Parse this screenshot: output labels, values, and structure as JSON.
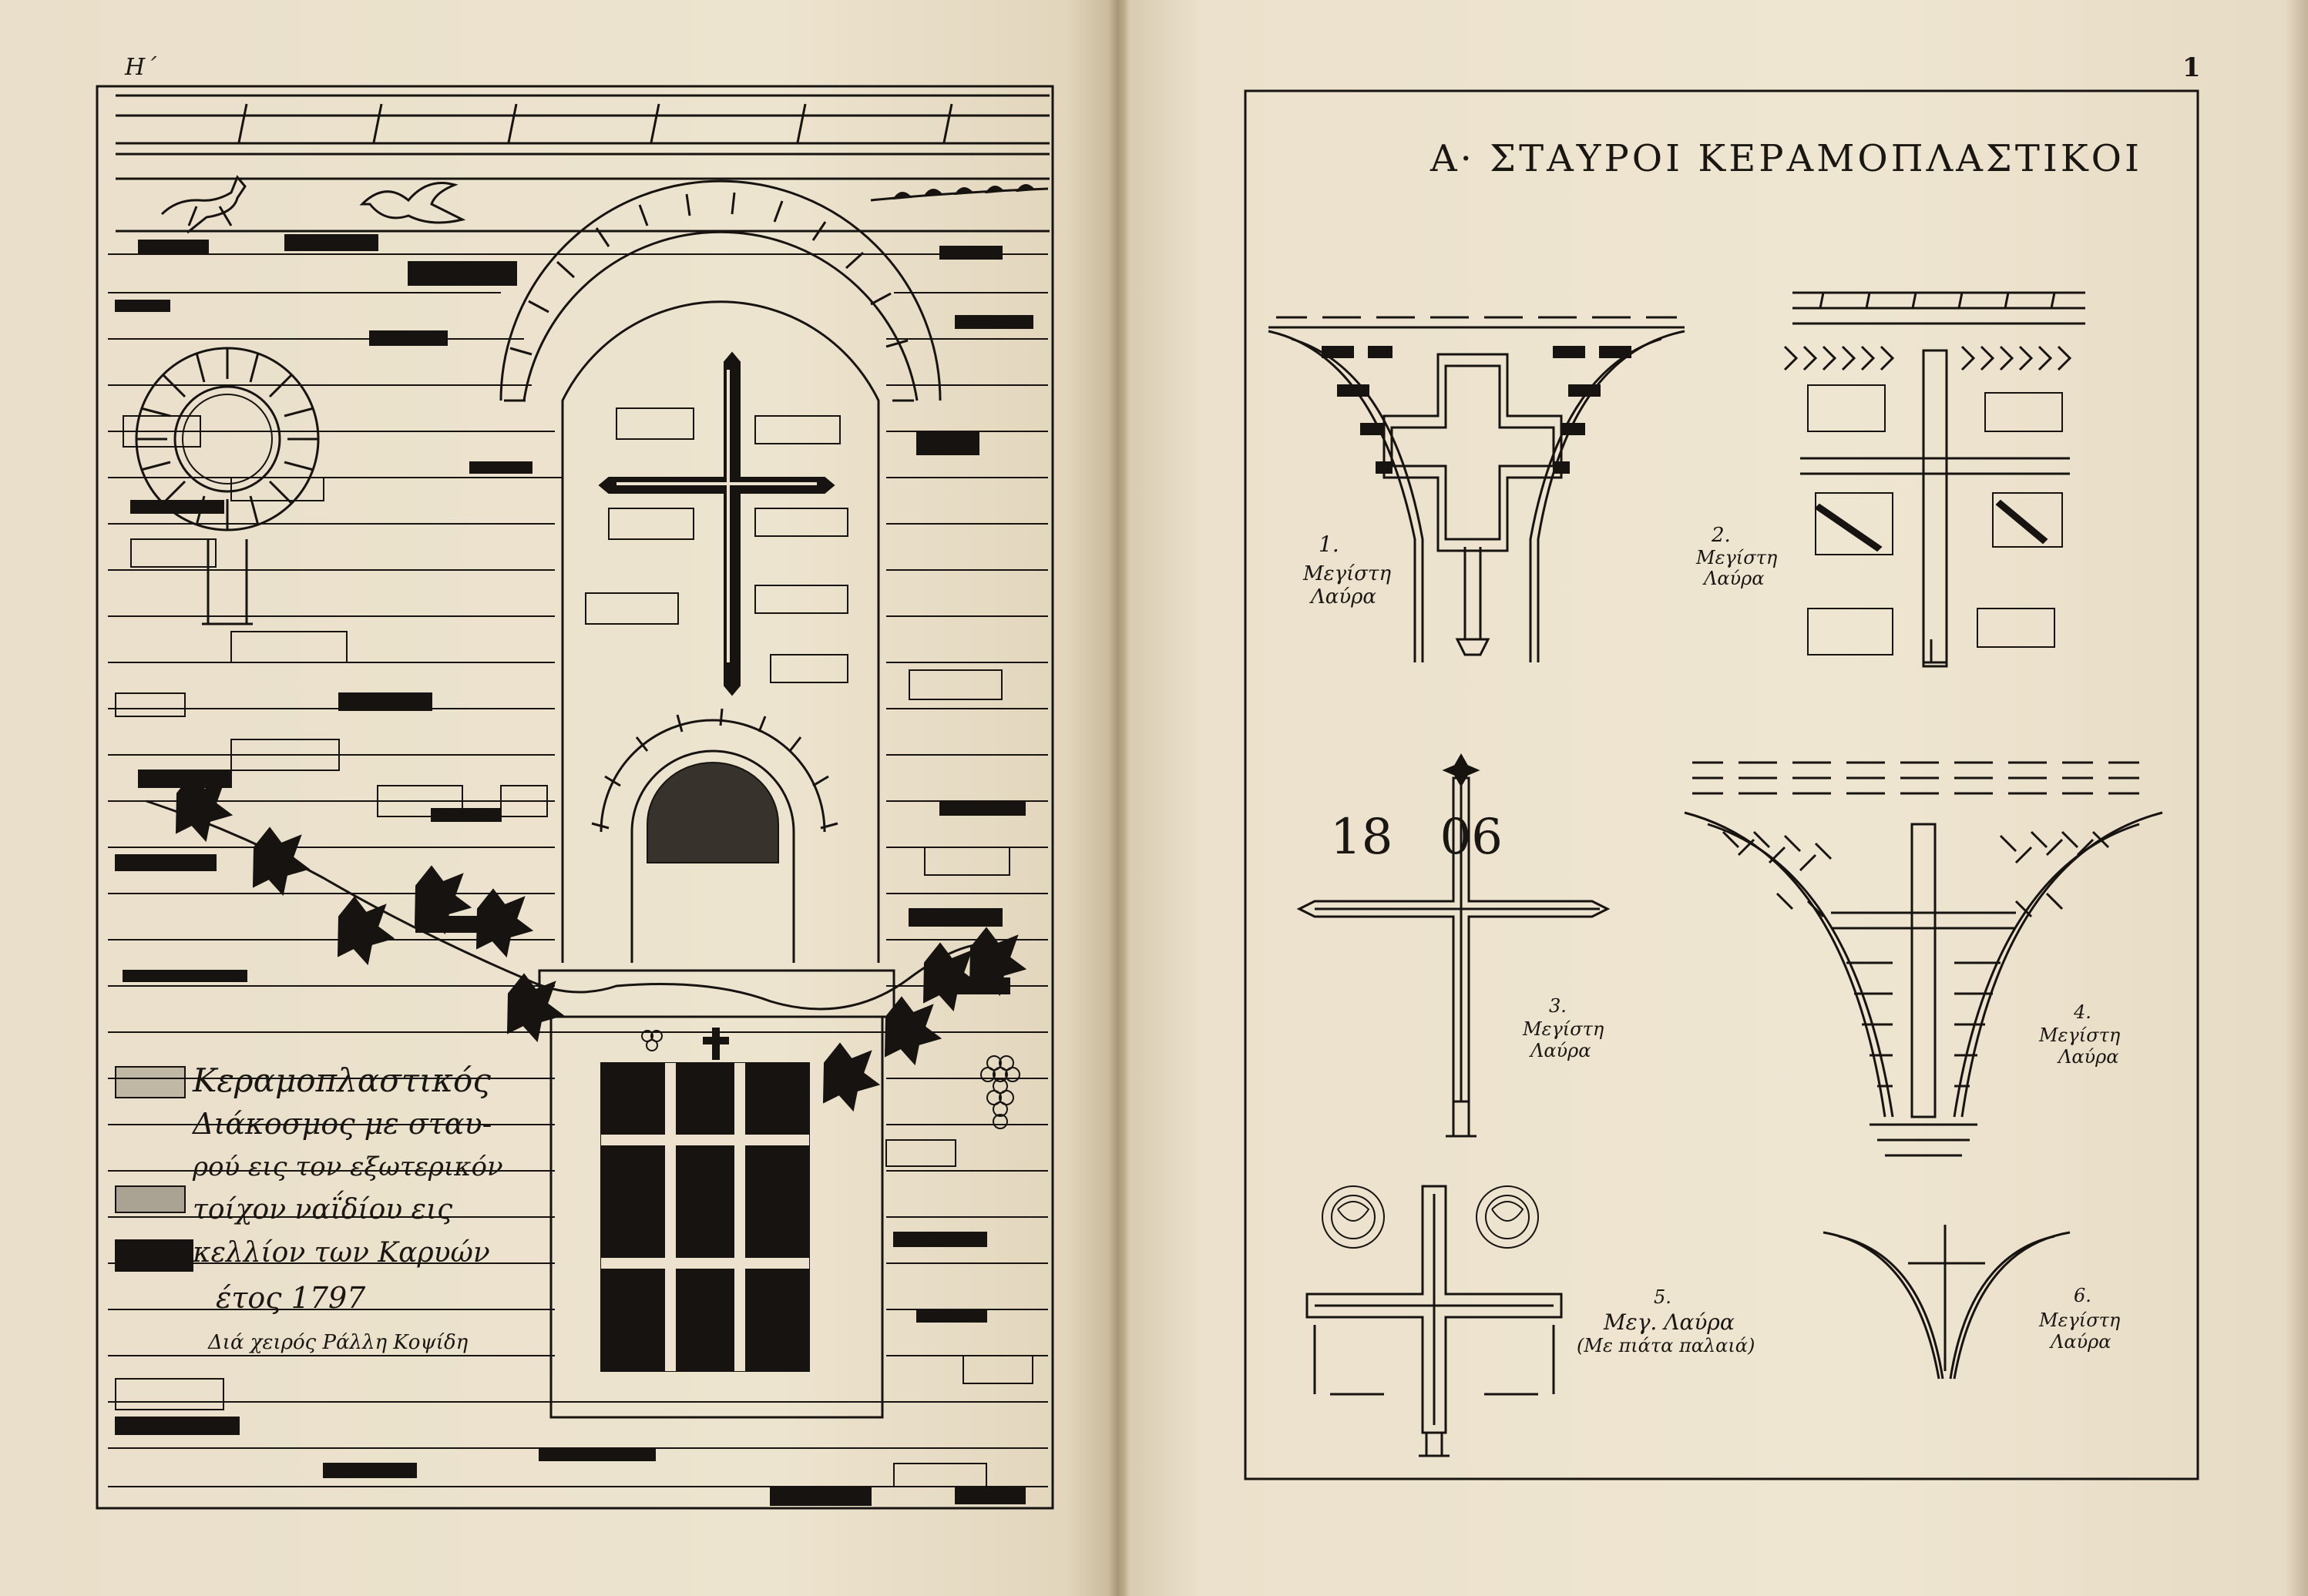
{
  "left_page": {
    "page_mark": "Η΄",
    "caption_lines": [
      "Κεραμοπλαστικός",
      "Διάκοσμος με σταυ-",
      "ρού εις τον εξωτερικόν",
      "τοίχον ναΐδίου εις",
      "κελλίον των Καρυών",
      "έτος 1797"
    ],
    "signature": "Διά χειρός Ράλλη Κοψίδη"
  },
  "right_page": {
    "page_number": "1",
    "title": "Α· ΣΤΑΥΡΟΙ ΚΕΡΑΜΟΠΛΑΣΤΙΚΟΙ",
    "date_digits": "18   06",
    "figures": [
      {
        "number": "1.",
        "label_line1": "Μεγίστη",
        "label_line2": "Λαύρα"
      },
      {
        "number": "2.",
        "label_line1": "Μεγίστη",
        "label_line2": "Λαύρα"
      },
      {
        "number": "3.",
        "label_line1": "Μεγίστη",
        "label_line2": "Λαύρα"
      },
      {
        "number": "4.",
        "label_line1": "Μεγίστη",
        "label_line2": "Λαύρα"
      },
      {
        "number": "5.",
        "label_line1": "Μεγ. Λαύρα",
        "label_line2": "(Με πιάτα παλαιά)"
      },
      {
        "number": "6.",
        "label_line1": "Μεγίστη",
        "label_line2": "Λαύρα"
      }
    ]
  },
  "colors": {
    "ink": "#171310",
    "paper": "#ece2cd"
  }
}
